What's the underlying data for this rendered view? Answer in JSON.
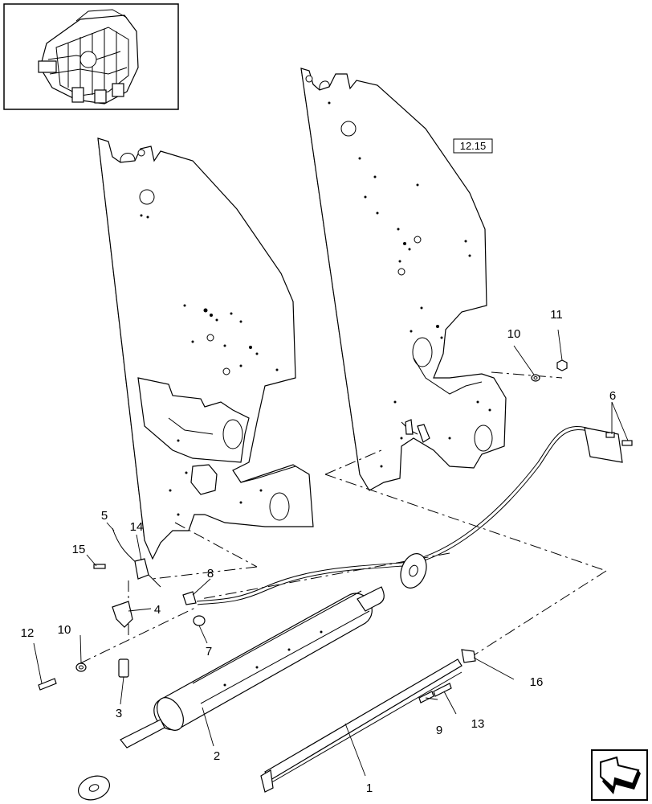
{
  "reference_tag": "12.15",
  "callouts": [
    {
      "id": "c1",
      "label": "1"
    },
    {
      "id": "c2",
      "label": "2"
    },
    {
      "id": "c3",
      "label": "3"
    },
    {
      "id": "c4",
      "label": "4"
    },
    {
      "id": "c5",
      "label": "5"
    },
    {
      "id": "c6",
      "label": "6"
    },
    {
      "id": "c7",
      "label": "7"
    },
    {
      "id": "c8",
      "label": "8"
    },
    {
      "id": "c9",
      "label": "9"
    },
    {
      "id": "c10a",
      "label": "10"
    },
    {
      "id": "c10b",
      "label": "10"
    },
    {
      "id": "c11",
      "label": "11"
    },
    {
      "id": "c12",
      "label": "12"
    },
    {
      "id": "c13",
      "label": "13"
    },
    {
      "id": "c14",
      "label": "14"
    },
    {
      "id": "c15",
      "label": "15"
    },
    {
      "id": "c16",
      "label": "16"
    }
  ],
  "nav_icon": "next-page-arrow-icon"
}
